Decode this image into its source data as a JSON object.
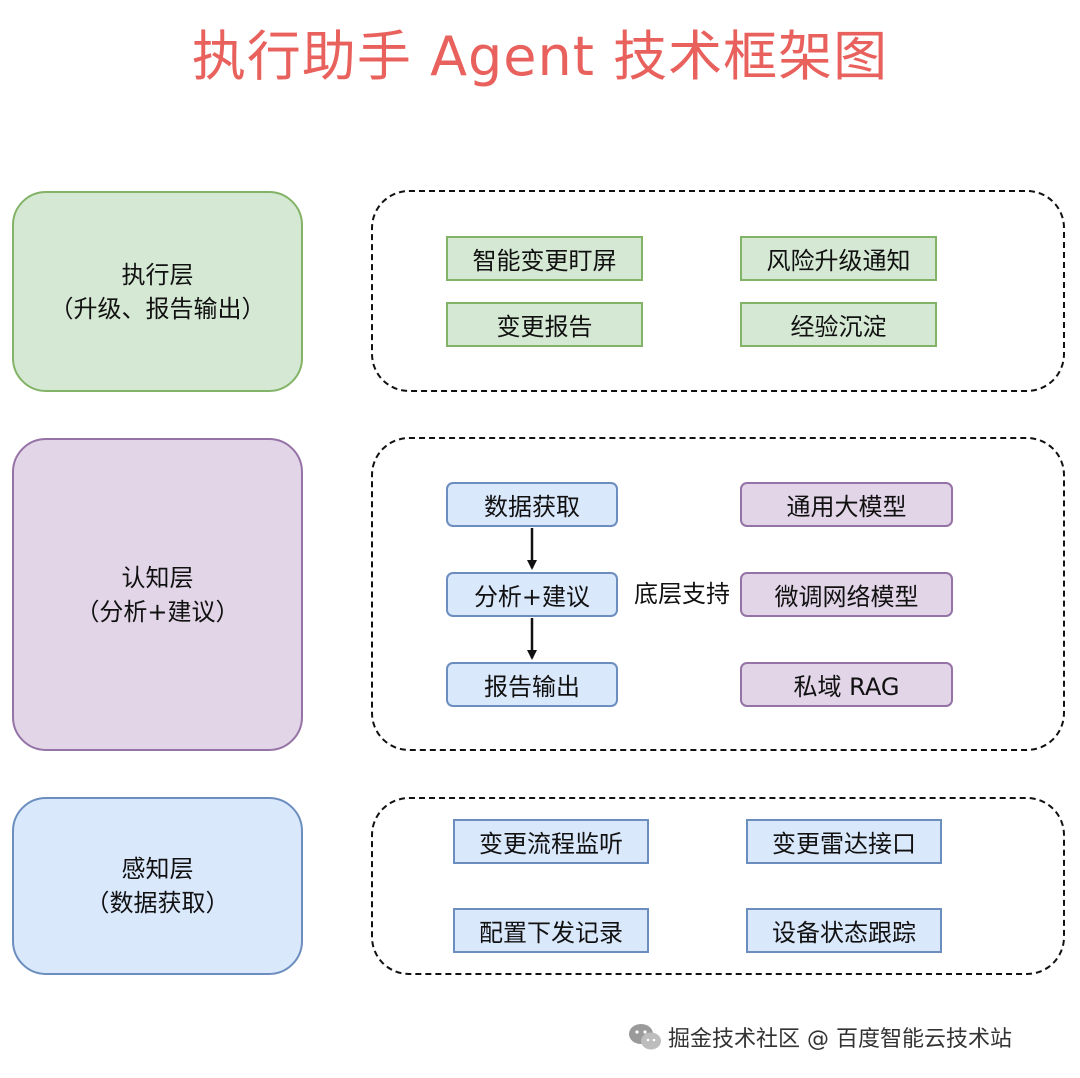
{
  "title": "执行助手 Agent 技术框架图",
  "layers": {
    "execution": {
      "name": "执行层",
      "subtitle": "（升级、报告输出）"
    },
    "cognition": {
      "name": "认知层",
      "subtitle": "（分析+建议）"
    },
    "perception": {
      "name": "感知层",
      "subtitle": "（数据获取）"
    }
  },
  "execution_panel": {
    "items": [
      "智能变更盯屏",
      "风险升级通知",
      "变更报告",
      "经验沉淀"
    ]
  },
  "cognition_panel": {
    "flow": [
      "数据获取",
      "分析+建议",
      "报告输出"
    ],
    "support_label": "底层支持",
    "models": [
      "通用大模型",
      "微调网络模型",
      "私域 RAG"
    ]
  },
  "perception_panel": {
    "items": [
      "变更流程监听",
      "变更雷达接口",
      "配置下发记录",
      "设备状态跟踪"
    ]
  },
  "watermark": "掘金技术社区 @ 百度智能云技术站",
  "colors": {
    "title": "#e8615d",
    "execution_fill": "#d5e8d4",
    "execution_border": "#82b366",
    "cognition_fill": "#e1d5e7",
    "cognition_border": "#9673a6",
    "perception_fill": "#dae8fc",
    "perception_border": "#6c8ebf"
  }
}
